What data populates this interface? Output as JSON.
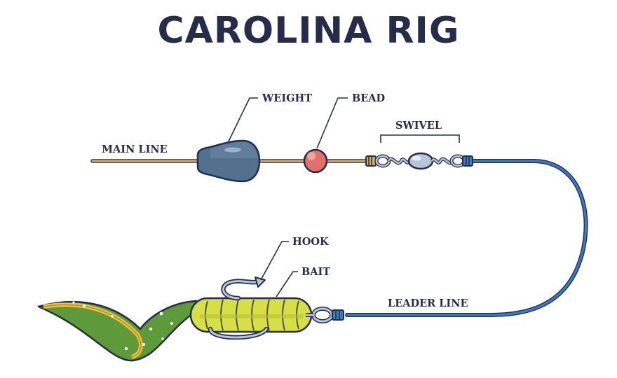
{
  "title": "CAROLINA RIG",
  "labels": {
    "main_line": "MAIN LINE",
    "weight": "WEIGHT",
    "bead": "BEAD",
    "swivel": "SWIVEL",
    "hook": "HOOK",
    "bait": "BAIT",
    "leader_line": "LEADER LINE"
  },
  "colors": {
    "ink": "#262d4a",
    "main_line": "#d2ab5e",
    "leader_line": "#3b7bbf",
    "weight": "#53718f",
    "bead": "#e2706a",
    "swivel": "#b7c6d8",
    "bait_body": "#d6df45",
    "bait_tail": "#5f9a3a",
    "bait_stripe": "#f0c23a"
  }
}
